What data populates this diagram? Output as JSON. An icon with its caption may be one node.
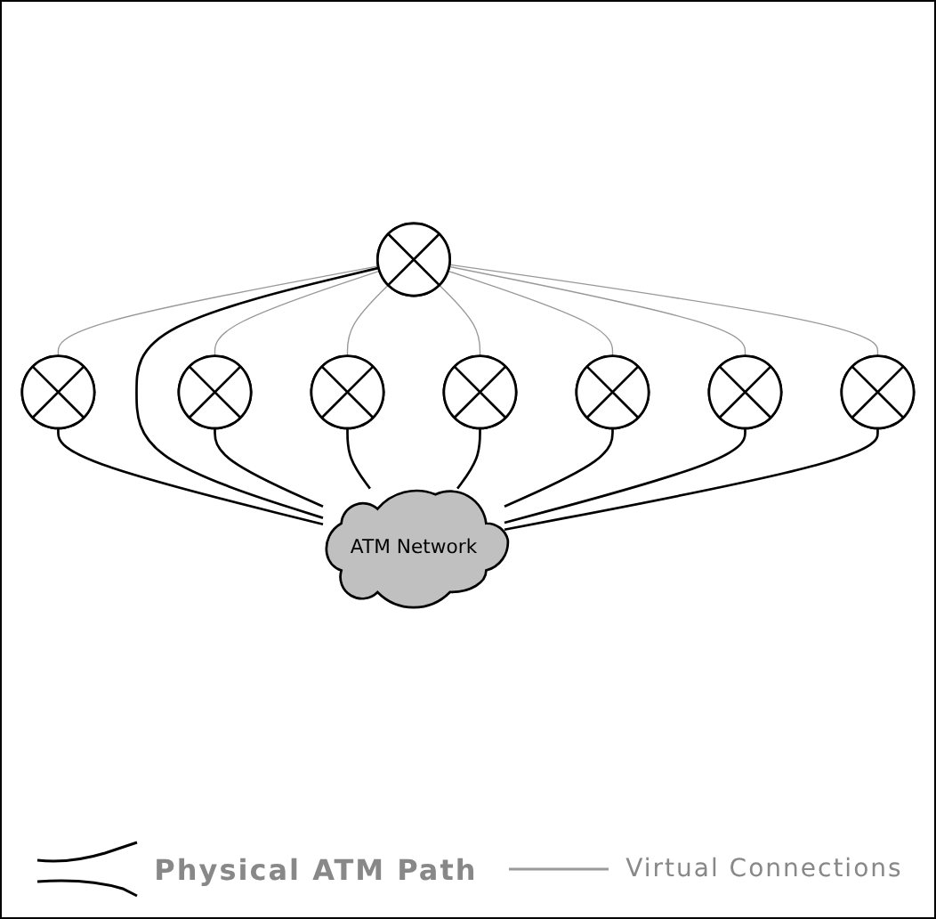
{
  "diagram": {
    "nodes": [
      {
        "text": [
          "ATM Network"
        ]
      },
      {
        "text": [],
        "shape": "circle"
      },
      {
        "text": [],
        "shape": "circle"
      },
      {
        "text": [],
        "shape": "circle"
      },
      {
        "text": [],
        "shape": "circle"
      },
      {
        "text": [],
        "shape": "circle"
      },
      {
        "text": [],
        "shape": "circle"
      },
      {
        "text": [],
        "shape": "circle"
      },
      {
        "text": [],
        "shape": "circle"
      }
    ],
    "edges": [
      {
        "from": 1,
        "to": 0,
        "arrow": "none"
      },
      {
        "from": 2,
        "to": 0,
        "arrow": "none"
      },
      {
        "from": 3,
        "to": 0,
        "arrow": "none"
      },
      {
        "from": 4,
        "to": 0,
        "arrow": "none"
      },
      {
        "from": 5,
        "to": 0,
        "arrow": "none"
      },
      {
        "from": 6,
        "to": 0,
        "arrow": "none"
      },
      {
        "from": 7,
        "to": 0,
        "arrow": "none"
      },
      {
        "from": 8,
        "to": 0,
        "arrow": "none"
      },
      {
        "from": 2,
        "to": 1,
        "arrow": "none",
        "color": "#999999"
      },
      {
        "from": 2,
        "to": 3,
        "arrow": "none",
        "color": "#999999"
      },
      {
        "from": 2,
        "to": 4,
        "arrow": "none",
        "color": "#999999"
      },
      {
        "from": 2,
        "to": 5,
        "arrow": "none",
        "color": "#999999"
      },
      {
        "from": 2,
        "to": 6,
        "arrow": "none",
        "color": "#999999"
      },
      {
        "from": 2,
        "to": 7,
        "arrow": "none",
        "color": "#999999"
      },
      {
        "from": 2,
        "to": 8,
        "arrow": "none",
        "color": "#999999"
      }
    ],
    "legend": [
      {
        "text": "Physical ATM Path"
      },
      {
        "text": "Virtual Connections"
      }
    ]
  }
}
